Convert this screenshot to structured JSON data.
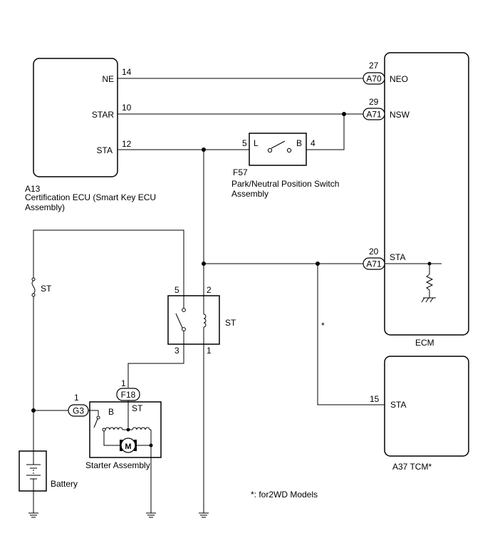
{
  "ecu_a13": {
    "pins": {
      "ne": "NE",
      "star": "STAR",
      "sta": "STA"
    },
    "pin_numbers": {
      "ne": "14",
      "star": "10",
      "sta": "12"
    },
    "code": "A13",
    "name_line1": "Certification ECU (Smart Key ECU",
    "name_line2": "Assembly)"
  },
  "ecm": {
    "name": "ECM",
    "pins": {
      "neo": "NEO",
      "nsw": "NSW",
      "sta": "STA"
    },
    "pin_numbers": {
      "neo": "27",
      "nsw": "29",
      "sta": "20"
    },
    "connectors": {
      "neo": "A70",
      "nsw": "A71",
      "sta": "A71"
    }
  },
  "switch_f57": {
    "code": "F57",
    "name_line1": "Park/Neutral Position Switch",
    "name_line2": "Assembly",
    "terminal_left": "L",
    "terminal_right": "B",
    "pin_left": "5",
    "pin_right": "4"
  },
  "relay_st": {
    "name": "ST",
    "pins": {
      "p5": "5",
      "p2": "2",
      "p3": "3",
      "p1": "1"
    }
  },
  "fuse_st": {
    "name": "ST"
  },
  "starter": {
    "name": "Starter Assembly",
    "terminal_b": "B",
    "terminal_st": "ST",
    "motor": "M",
    "connector_f18": "F18",
    "connector_g3": "G3",
    "pin_f18": "1",
    "pin_g3": "1"
  },
  "battery": {
    "name": "Battery"
  },
  "tcm": {
    "name": "A37  TCM*",
    "pin": "STA",
    "pin_number": "15"
  },
  "notes": {
    "asterisk": "*",
    "footnote": "*: for2WD Models"
  }
}
